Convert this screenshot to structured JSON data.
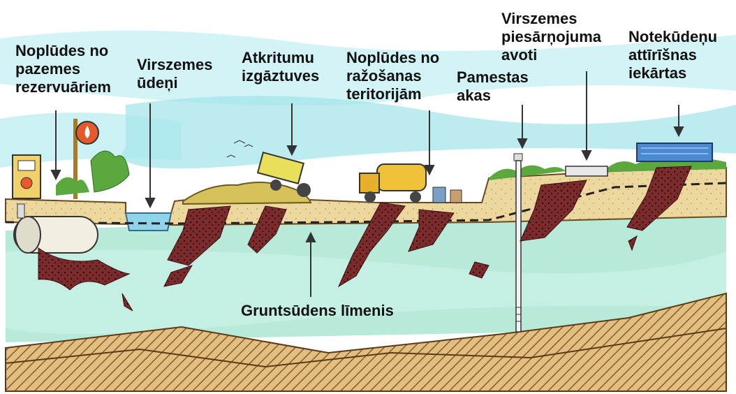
{
  "labels": {
    "underground_tanks": [
      "Noplūdes no",
      "pazemes",
      "rezervuāriem"
    ],
    "surface_water": [
      "Virszemes",
      "ūdeņi"
    ],
    "landfills": [
      "Atkritumu",
      "izgāztuves"
    ],
    "industrial_sites": [
      "Noplūdes no",
      "ražošanas",
      "teritorijām"
    ],
    "abandoned_well": [
      "Pamestas",
      "akas"
    ],
    "surface_pollution": [
      "Virszemes",
      "piesārņojuma",
      "avoti"
    ],
    "wastewater_plant": [
      "Notekūdeņu",
      "attīrīšnas",
      "iekārtas"
    ],
    "water_table": "Gruntsūdens līmenis"
  },
  "colors": {
    "sky_blue": "#9fe2ea",
    "groundwater": "#b7ead8",
    "soil": "#e8d29a",
    "plume": "#7a2a2a",
    "bedrock": "#d9b57a",
    "grass": "#5aa83e"
  }
}
